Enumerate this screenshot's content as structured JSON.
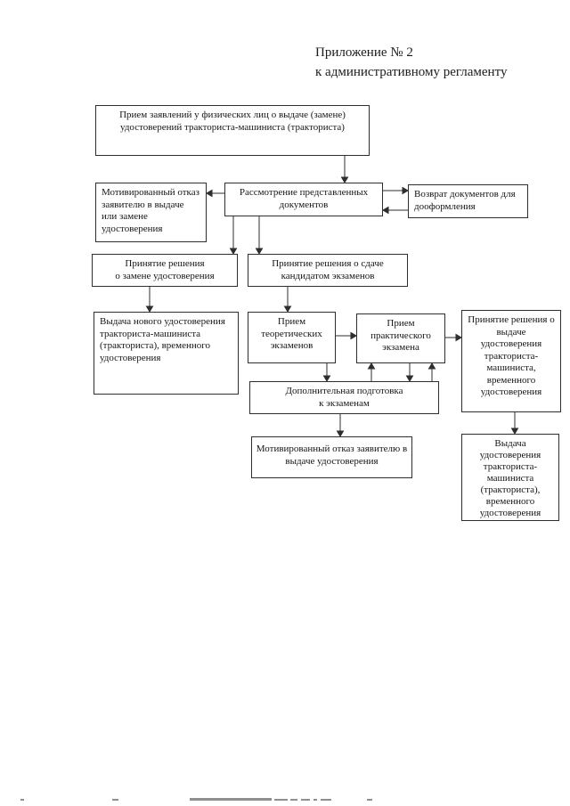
{
  "header": {
    "line1": "Приложение № 2",
    "line2": "к административному регламенту"
  },
  "colors": {
    "ink": "#1a1a1a",
    "box_border": "#2e2e2e",
    "background": "#ffffff",
    "scan_artifact": "#8f8f8f"
  },
  "flowchart": {
    "boxes": {
      "application_intake": {
        "text": "Прием заявлений у физических лиц о выдаче (замене)\nудостоверений тракториста-машиниста (тракториста)"
      },
      "document_review": {
        "text": "Рассмотрение представленных\nдокументов"
      },
      "document_return": {
        "text": "Возврат документов для\nдооформления"
      },
      "refusal_issue_or_replace": {
        "text": "Мотивированный отказ\nзаявителю в выдаче\nили замене\nудостоверения"
      },
      "decision_replace": {
        "text": "Принятие решения\nо замене удостоверения"
      },
      "decision_exams": {
        "text": "Принятие решения о сдаче\nкандидатом экзаменов"
      },
      "issue_new_license": {
        "text": "Выдача нового удостоверения\nтракториста-машиниста\n(тракториста), временного\nудостоверения"
      },
      "theory_exam": {
        "text": "Прием\nтеоретических\nэкзаменов"
      },
      "practical_exam": {
        "text": "Прием\nпрактического\nэкзамена"
      },
      "decision_issue": {
        "text": "Принятие решения о\nвыдаче удостоверения\nтракториста-\nмашиниста,\nвременного\nудостоверения"
      },
      "additional_training": {
        "text": "Дополнительная подготовка\nк экзаменам"
      },
      "refusal_issue": {
        "text": "Мотивированный отказ заявителю в\nвыдаче удостоверения"
      },
      "issue_license": {
        "text": "Выдача\nудостоверения\nтракториста-\nмашиниста\n(тракториста),\nвременного\nудостоверения"
      }
    },
    "edges": [
      {
        "from": "application_intake",
        "to": "document_review"
      },
      {
        "from": "document_review",
        "to": "refusal_issue_or_replace"
      },
      {
        "from": "document_review",
        "to": "document_return"
      },
      {
        "from": "document_return",
        "to": "document_review"
      },
      {
        "from": "document_review",
        "to": "decision_replace"
      },
      {
        "from": "document_review",
        "to": "decision_exams"
      },
      {
        "from": "decision_replace",
        "to": "issue_new_license"
      },
      {
        "from": "decision_exams",
        "to": "theory_exam"
      },
      {
        "from": "theory_exam",
        "to": "practical_exam"
      },
      {
        "from": "theory_exam",
        "to": "additional_training"
      },
      {
        "from": "additional_training",
        "to": "practical_exam"
      },
      {
        "from": "practical_exam",
        "to": "additional_training"
      },
      {
        "from": "additional_training",
        "to": "practical_exam"
      },
      {
        "from": "practical_exam",
        "to": "decision_issue"
      },
      {
        "from": "additional_training",
        "to": "refusal_issue"
      },
      {
        "from": "decision_issue",
        "to": "issue_license"
      }
    ]
  }
}
